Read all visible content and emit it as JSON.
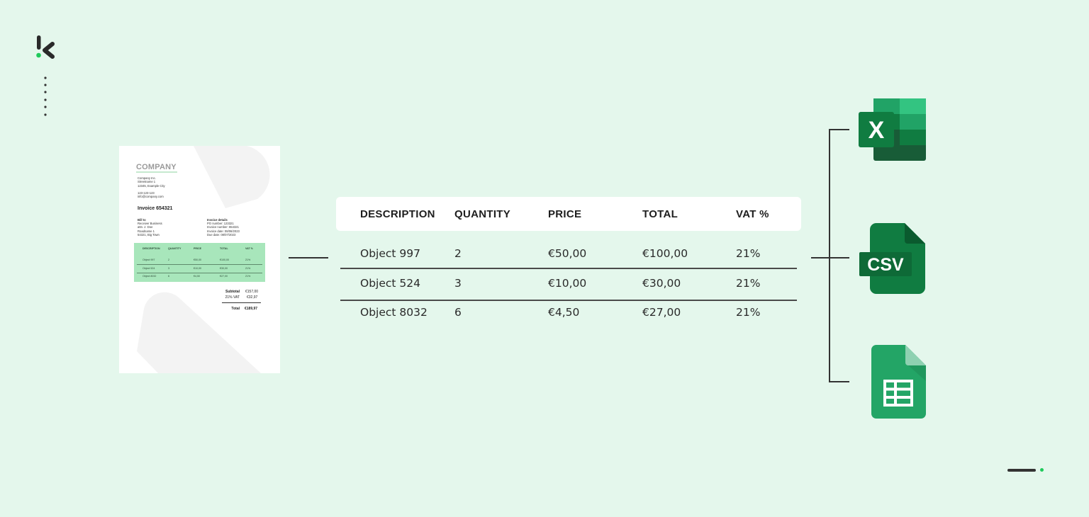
{
  "invoice": {
    "company": "COMPANY",
    "address": "Company Inc.\nStreetname 1\n12345, Example City",
    "contact": "123-123-123\ninfo@company.com",
    "title": "Invoice 654321",
    "bill_to_label": "Bill to",
    "bill_to": "Receiver Business\nattn. J. Doe\nRoadname 1\n54321, Big Town",
    "details_label": "Invoice details",
    "details": "PO number: 123321\nInvoice number: 654321\nInvoice date: 08/06/2023\nDue date: 08/07/2023",
    "table_headers": [
      "DESCRIPTION",
      "QUANTITY",
      "PRICE",
      "TOTAL",
      "VAT %"
    ],
    "rows": [
      [
        "Object 997",
        "2",
        "€50,00",
        "€100,00",
        "21%"
      ],
      [
        "Object 524",
        "3",
        "€10,00",
        "€30,00",
        "21%"
      ],
      [
        "Object 8032",
        "6",
        "€4,50",
        "€27,00",
        "21%"
      ]
    ],
    "subtotal_label": "Subtotal",
    "subtotal": "€157,00",
    "vat_label": "21% VAT",
    "vat": "€32,97",
    "total_label": "Total",
    "total": "€189,97"
  },
  "table": {
    "headers": [
      "DESCRIPTION",
      "QUANTITY",
      "PRICE",
      "TOTAL",
      "VAT %"
    ],
    "rows": [
      [
        "Object 997",
        "2",
        "€50,00",
        "€100,00",
        "21%"
      ],
      [
        "Object 524",
        "3",
        "€10,00",
        "€30,00",
        "21%"
      ],
      [
        "Object 8032",
        "6",
        "€4,50",
        "€27,00",
        "21%"
      ]
    ]
  },
  "outputs": {
    "excel_letter": "X",
    "csv_label": "CSV",
    "icons": [
      "excel-icon",
      "csv-file-icon",
      "google-sheets-icon"
    ]
  },
  "colors": {
    "background": "#e4f7ec",
    "accent_green": "#1fca5b",
    "invoice_table": "#a8e6bb",
    "excel_dark": "#107c41",
    "sheets_green": "#23a566"
  }
}
